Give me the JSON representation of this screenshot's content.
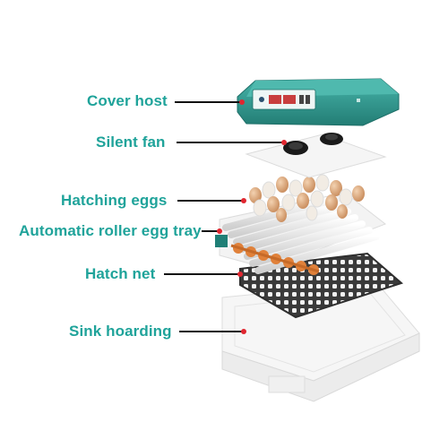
{
  "labels": {
    "cover_host": "Cover host",
    "silent_fan": "Silent fan",
    "hatching_eggs": "Hatching eggs",
    "roller_tray": "Automatic roller egg tray",
    "hatch_net": "Hatch net",
    "sink_hoarding": "Sink hoarding"
  },
  "colors": {
    "label": "#1fa39a",
    "leader": "#111111",
    "pointer_dot": "#e0262f",
    "cover": "#2a8f86",
    "roller": "#ececec",
    "roller_gear": "#e0813a",
    "net": "#3c3c3c",
    "egg": "#d9a47a"
  }
}
